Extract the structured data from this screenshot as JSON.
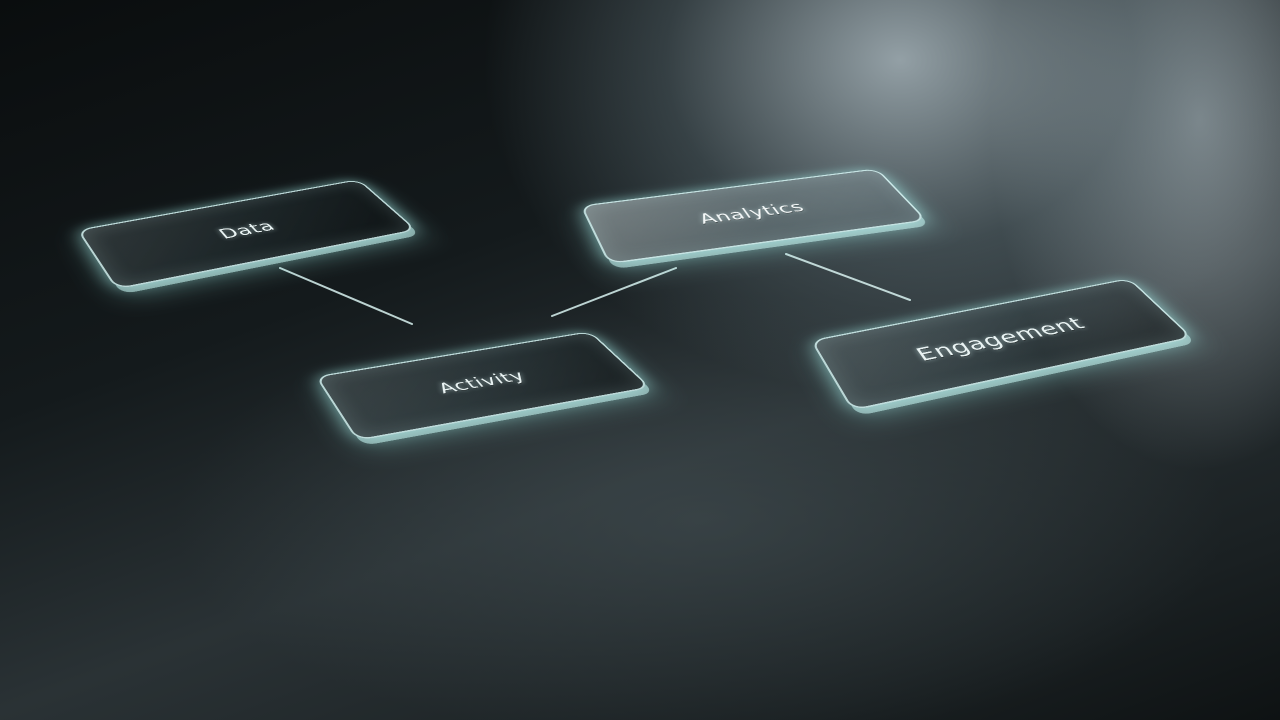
{
  "diagram": {
    "nodes": [
      {
        "id": "data",
        "label": "Data"
      },
      {
        "id": "activity",
        "label": "Activity"
      },
      {
        "id": "analytics",
        "label": "Analytics"
      },
      {
        "id": "engagement",
        "label": "Engagement"
      }
    ],
    "edges": [
      {
        "from": "data",
        "to": "activity"
      },
      {
        "from": "activity",
        "to": "analytics"
      },
      {
        "from": "analytics",
        "to": "engagement"
      }
    ]
  },
  "colors": {
    "glow": "#cff6f3",
    "connector": "#d9f3f1",
    "background": "#0c0f10"
  }
}
